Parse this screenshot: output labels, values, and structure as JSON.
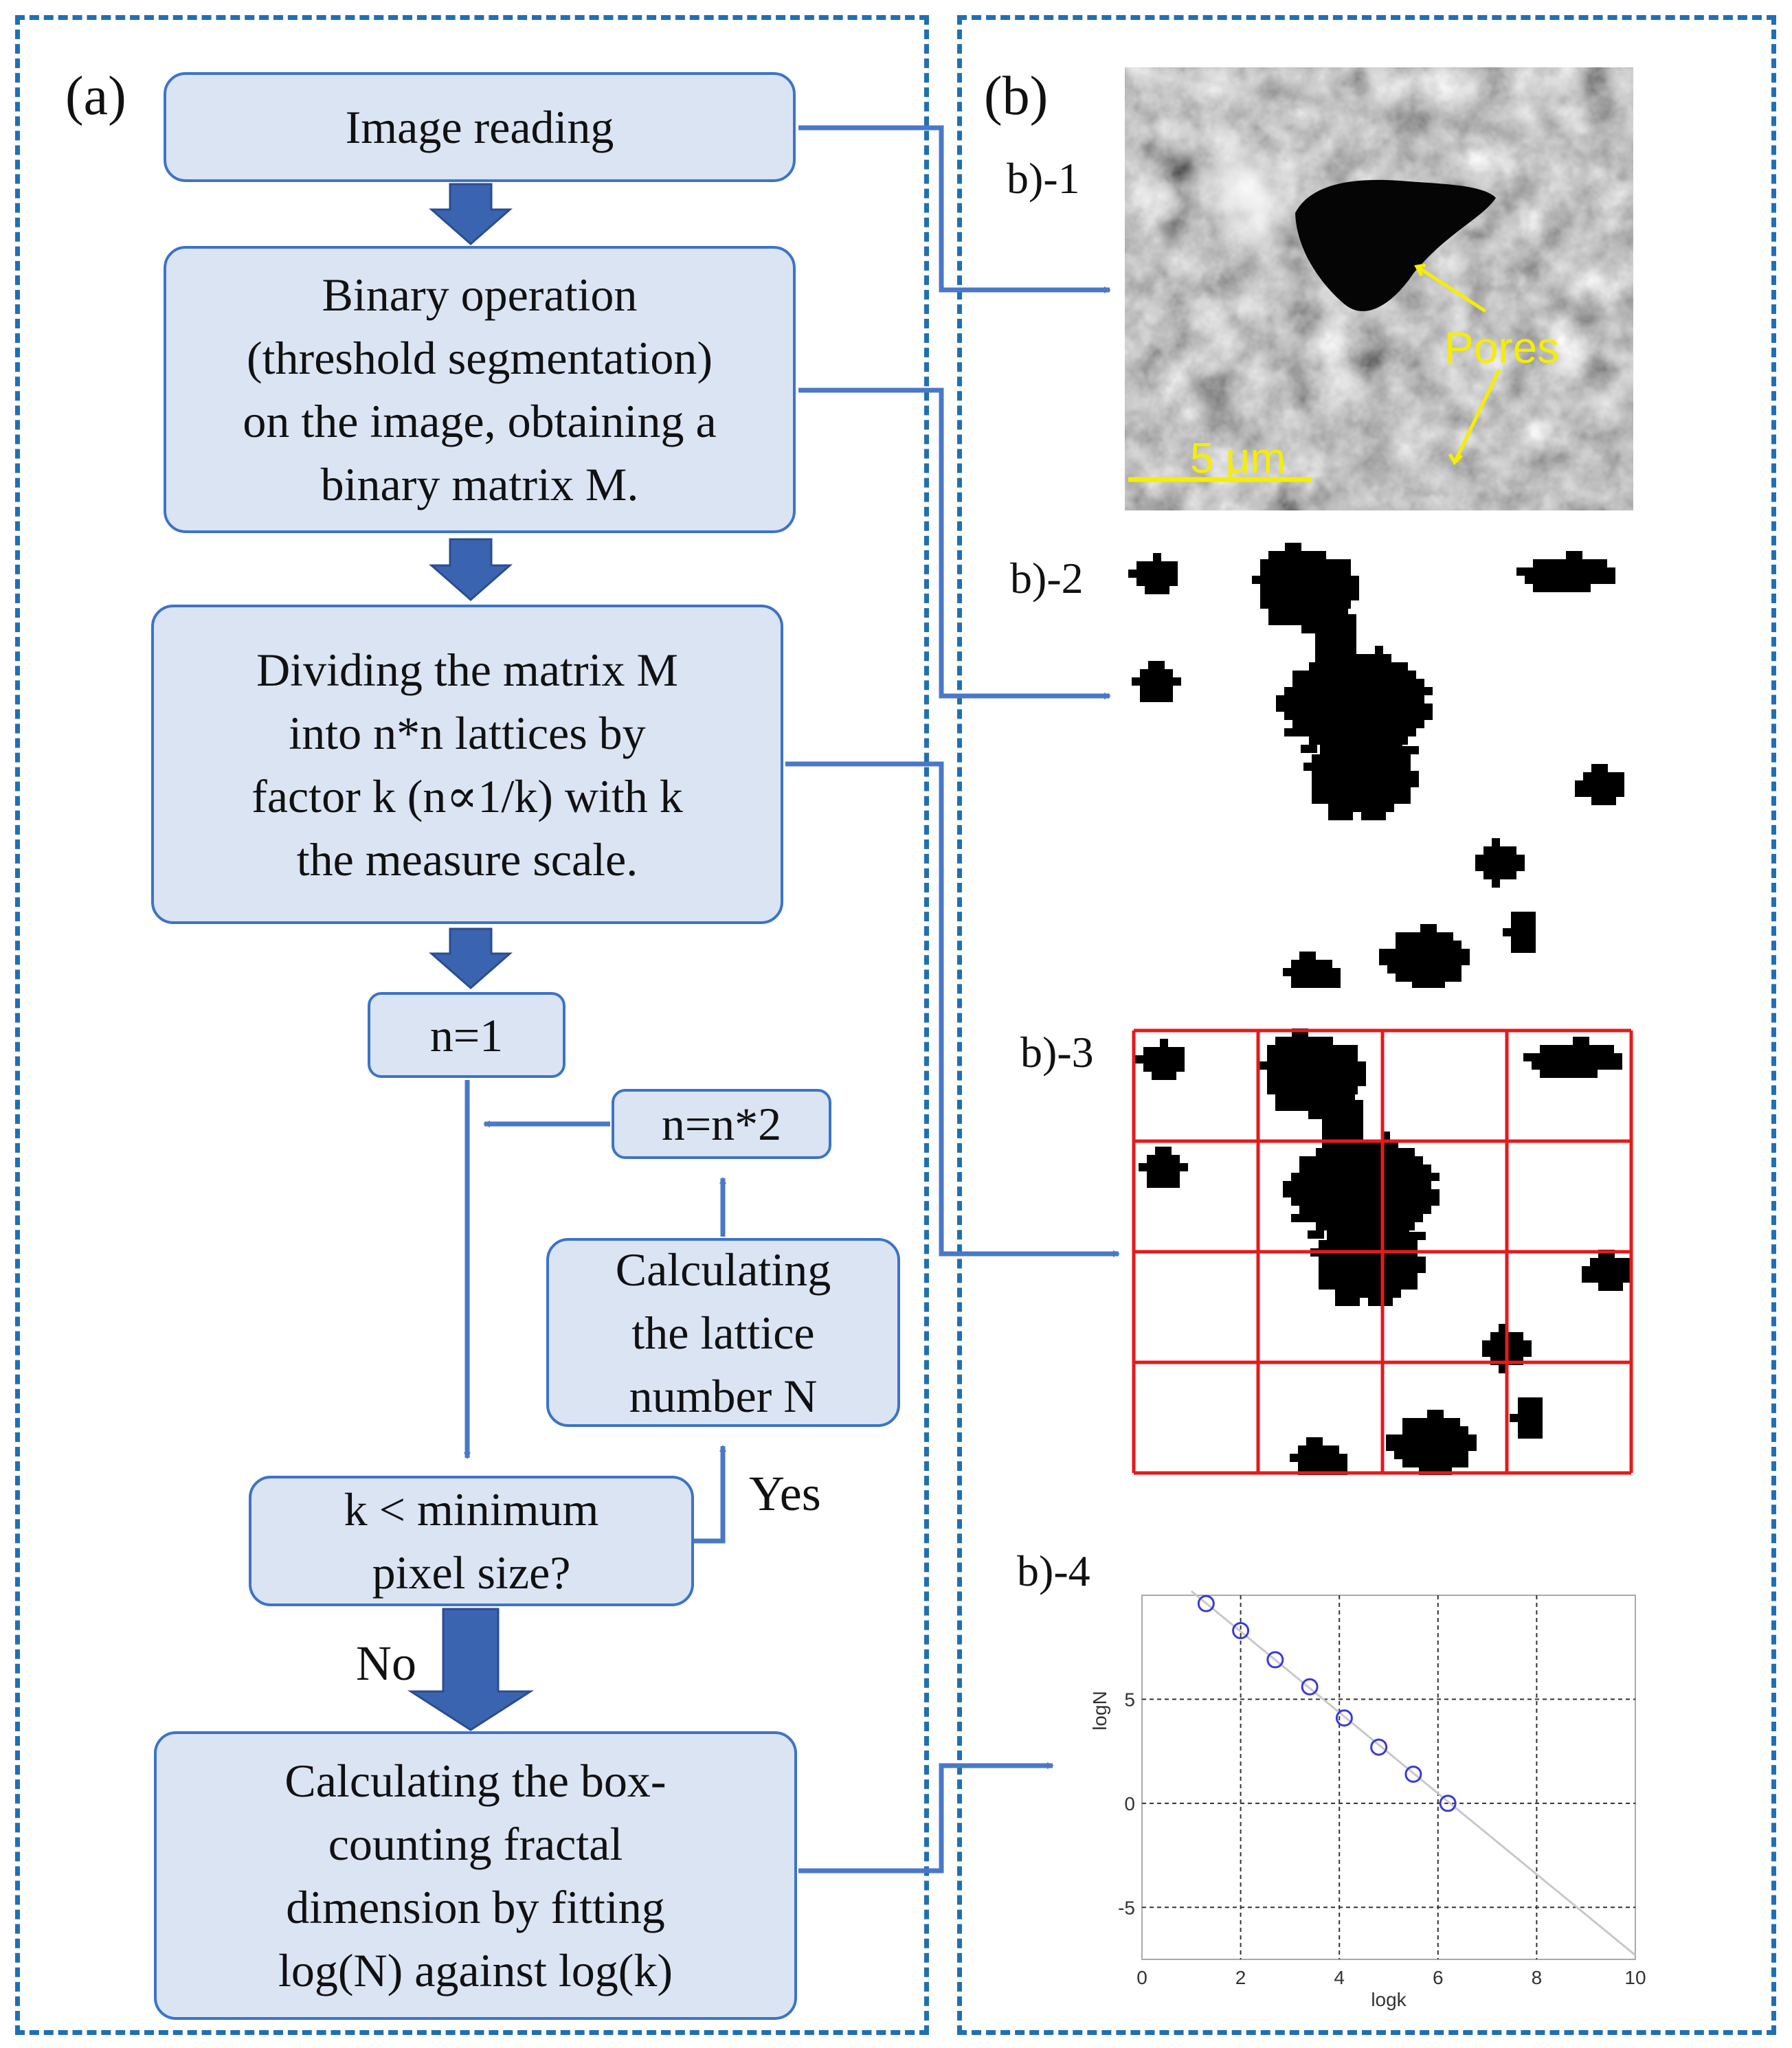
{
  "panel_a": {
    "label": "(a)",
    "steps": {
      "image_reading": "Image reading",
      "binary_operation": "Binary operation\n(threshold segmentation)\non the image, obtaining a\nbinary matrix M.",
      "dividing": "Dividing the matrix M\ninto n*n lattices by\nfactor k (n∝1/k) with k\nthe measure scale.",
      "n_init": "n=1",
      "n_double": "n=n*2",
      "calc_lattice": "Calculating\nthe lattice\nnumber N",
      "decision": "k < minimum\npixel size?",
      "box_counting": "Calculating the box-\ncounting fractal\ndimension by fitting\nlog(N) against log(k)"
    },
    "yes_label": "Yes",
    "no_label": "No"
  },
  "panel_b": {
    "label": "(b)",
    "sub_labels": [
      "b)-1",
      "b)-2",
      "b)-3",
      "b)-4"
    ],
    "sem_image": {
      "annotation": "Pores",
      "scale_bar": "5 μm"
    },
    "grid_divisions": 4
  },
  "colors": {
    "border": "#1f6fb5",
    "box_fill": "#dbe4f3",
    "box_stroke": "#3c74c7",
    "arrow_block": "#3b64b0",
    "connector": "#4a78c8",
    "grid_red": "#e41a1c",
    "annotation_yellow": "#f5ee00",
    "marker": "#3a3ad8"
  },
  "chart_data": {
    "type": "scatter",
    "xlabel": "logk",
    "ylabel": "logN",
    "xlim": [
      0,
      10
    ],
    "ylim": [
      -7.5,
      10
    ],
    "xticks": [
      0,
      2,
      4,
      6,
      8,
      10
    ],
    "yticks": [
      -5,
      0,
      5
    ],
    "grid": true,
    "series": [
      {
        "points": [
          [
            1.3,
            9.6
          ],
          [
            2.0,
            8.3
          ],
          [
            2.7,
            6.9
          ],
          [
            3.4,
            5.6
          ],
          [
            4.1,
            4.1
          ],
          [
            4.8,
            2.7
          ],
          [
            5.5,
            1.4
          ],
          [
            6.2,
            0.0
          ]
        ]
      }
    ],
    "fit_line": {
      "x": [
        1.0,
        10.0
      ],
      "y": [
        10.2,
        -7.3
      ]
    }
  }
}
